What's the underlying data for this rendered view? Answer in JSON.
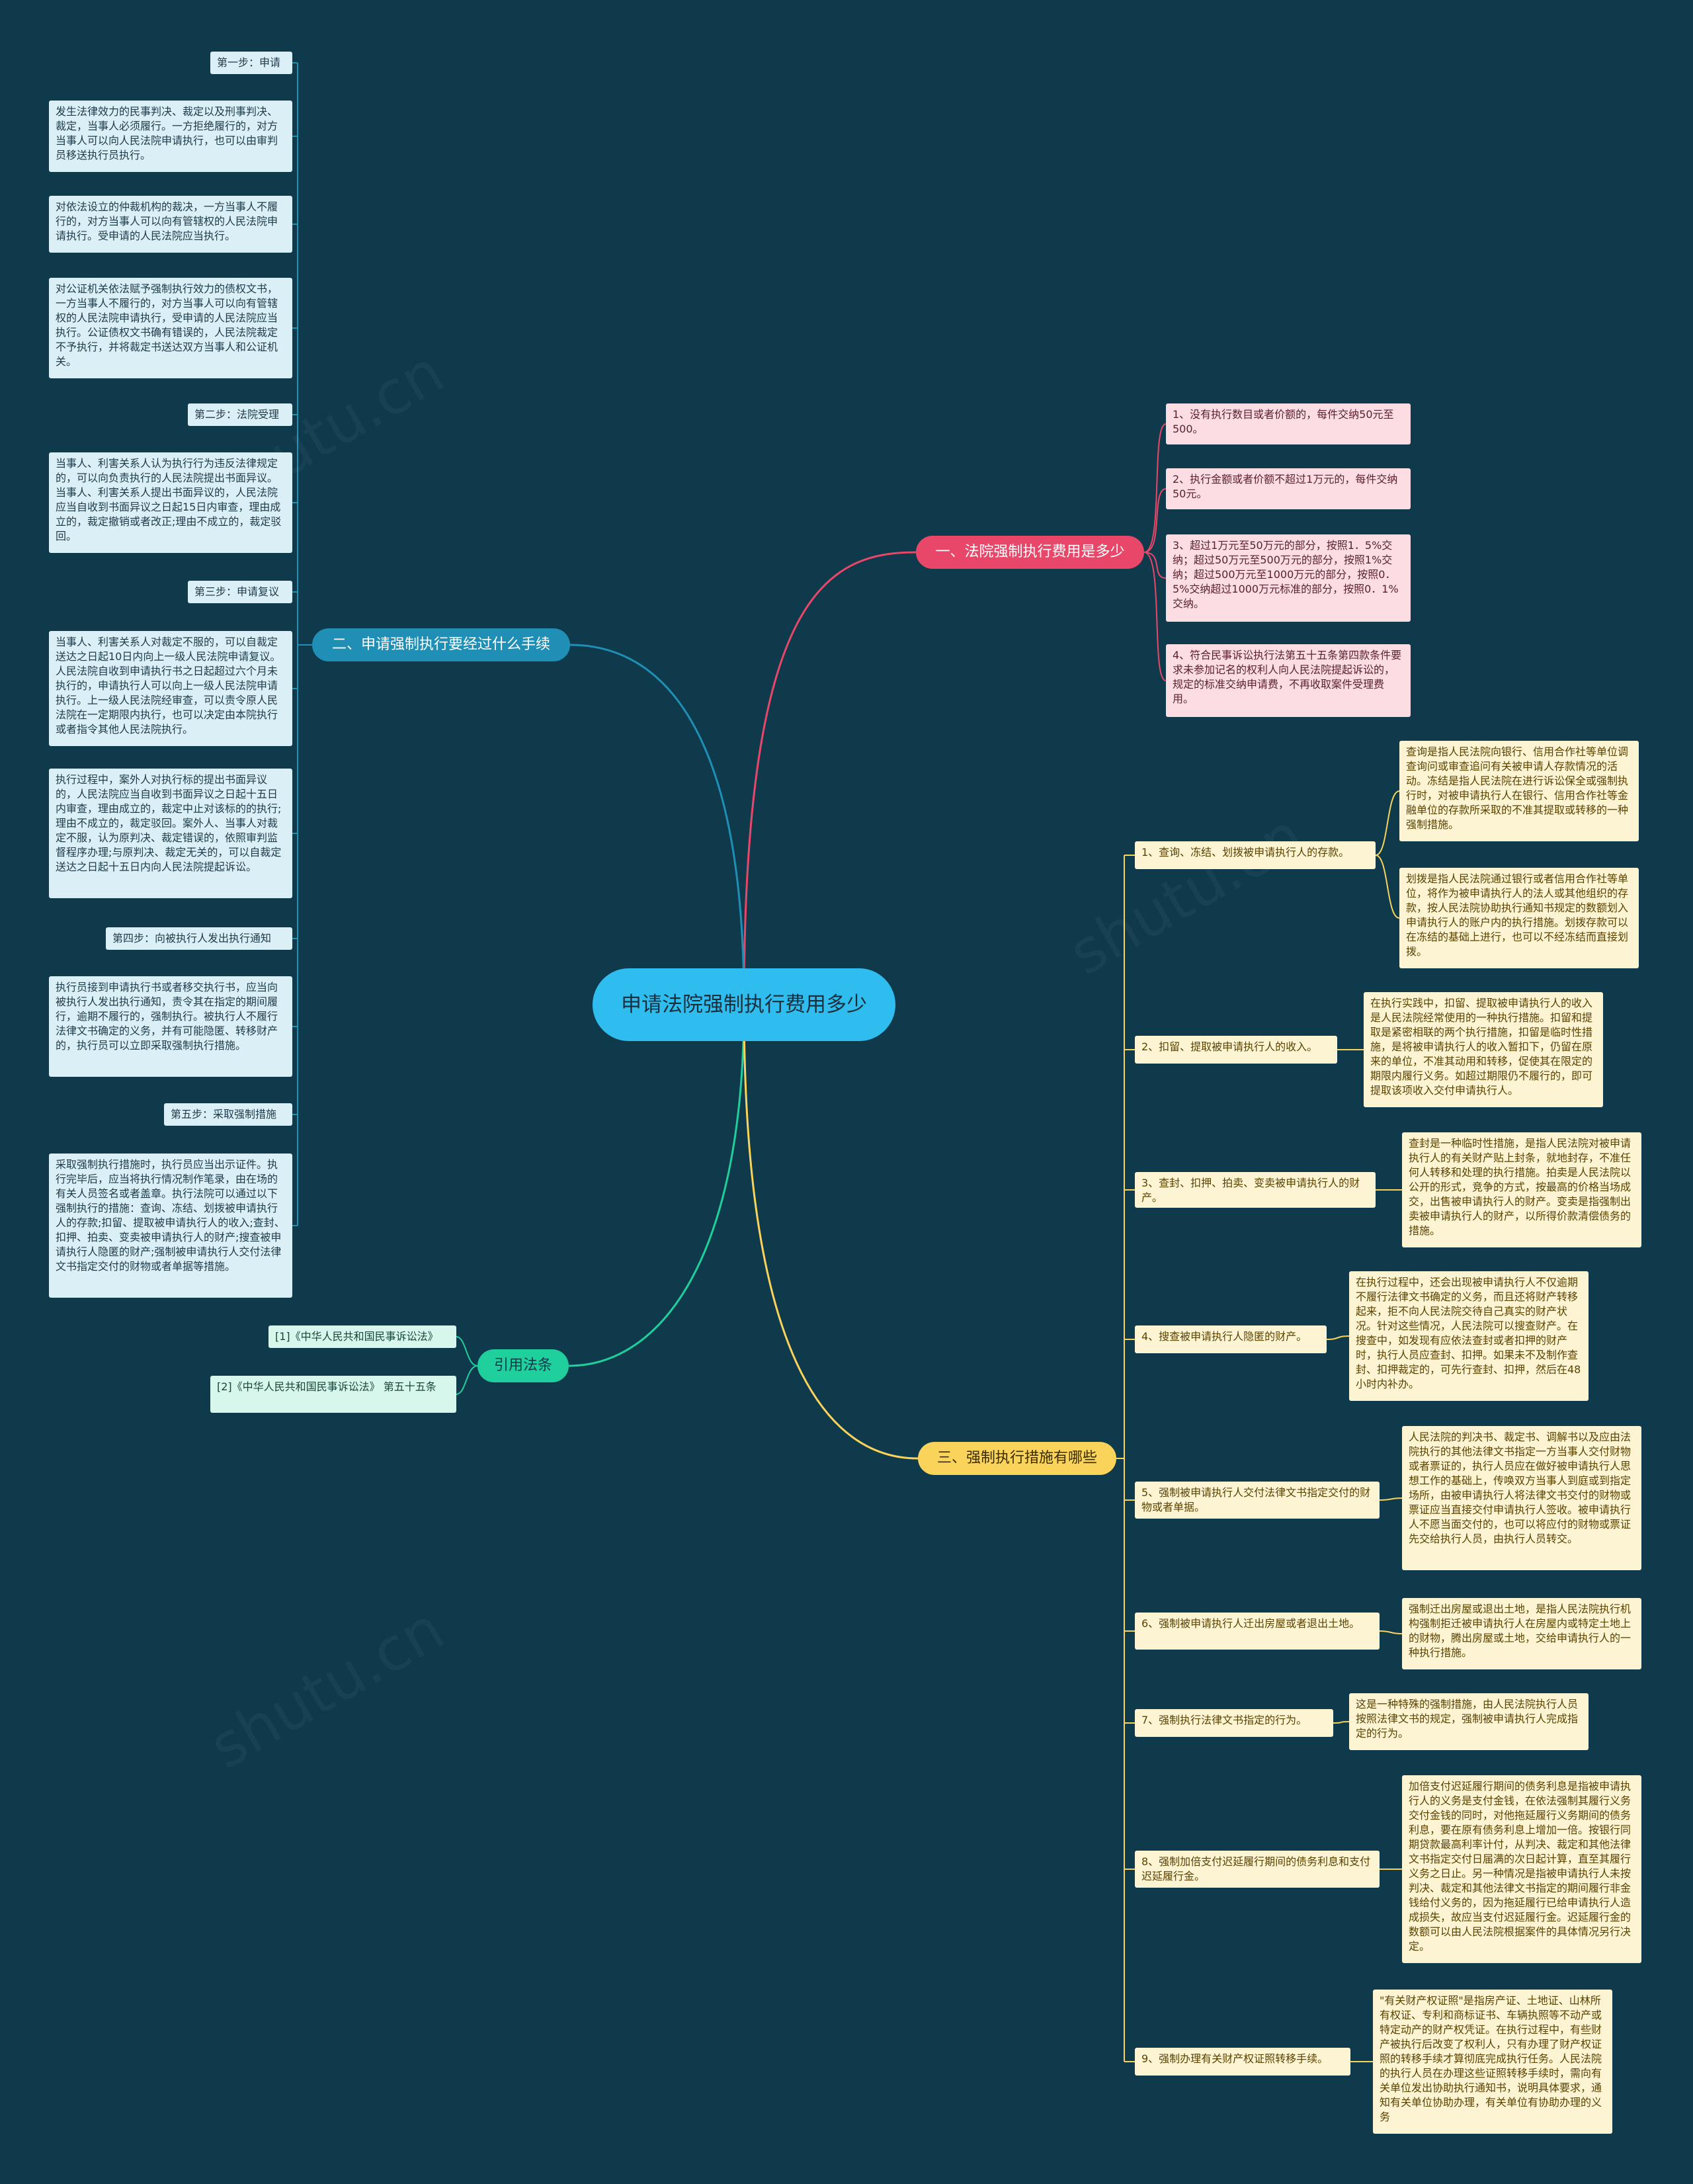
{
  "center": {
    "title": "申请法院强制执行费用多少"
  },
  "branches": {
    "fees": {
      "label": "一、法院强制执行费用是多少",
      "color": "#e8476a"
    },
    "procedure": {
      "label": "二、申请强制执行要经过什么手续",
      "color": "#1f8fb5"
    },
    "laws": {
      "label": "引用法条",
      "color": "#1fcf9c"
    },
    "measures": {
      "label": "三、强制执行措施有哪些",
      "color": "#f9d35a"
    }
  },
  "fees_items": [
    "1、没有执行数目或者价额的，每件交纳50元至500。",
    "2、执行金额或者价额不超过1万元的，每件交纳50元。",
    "3、超过1万元至50万元的部分，按照1．5%交纳；超过50万元至500万元的部分，按照1%交纳；超过500万元至1000万元的部分，按照0．5%交纳超过1000万元标准的部分，按照0．1%交纳。",
    "4、符合民事诉讼执行法第五十五条第四款条件要求未参加记名的权利人向人民法院提起诉讼的，规定的标准交纳申请费，不再收取案件受理费用。"
  ],
  "procedure_items": [
    "第一步：申请",
    "发生法律效力的民事判决、裁定以及刑事判决、裁定，当事人必须履行。一方拒绝履行的，对方当事人可以向人民法院申请执行，也可以由审判员移送执行员执行。",
    "对依法设立的仲裁机构的裁决，一方当事人不履行的，对方当事人可以向有管辖权的人民法院申请执行。受申请的人民法院应当执行。",
    "对公证机关依法赋予强制执行效力的债权文书，一方当事人不履行的，对方当事人可以向有管辖权的人民法院申请执行，受申请的人民法院应当执行。公证债权文书确有错误的，人民法院裁定不予执行，并将裁定书送达双方当事人和公证机关。",
    "第二步：法院受理",
    "当事人、利害关系人认为执行行为违反法律规定的，可以向负责执行的人民法院提出书面异议。当事人、利害关系人提出书面异议的，人民法院应当自收到书面异议之日起15日内审查，理由成立的，裁定撤销或者改正;理由不成立的，裁定驳回。",
    "第三步：申请复议",
    "当事人、利害关系人对裁定不服的，可以自裁定送达之日起10日内向上一级人民法院申请复议。人民法院自收到申请执行书之日起超过六个月未执行的，申请执行人可以向上一级人民法院申请执行。上一级人民法院经审查，可以责令原人民法院在一定期限内执行，也可以决定由本院执行或者指令其他人民法院执行。",
    "执行过程中，案外人对执行标的提出书面异议的，人民法院应当自收到书面异议之日起十五日内审查，理由成立的，裁定中止对该标的的执行;理由不成立的，裁定驳回。案外人、当事人对裁定不服，认为原判决、裁定错误的，依照审判监督程序办理;与原判决、裁定无关的，可以自裁定送达之日起十五日内向人民法院提起诉讼。",
    "第四步：向被执行人发出执行通知",
    "执行员接到申请执行书或者移交执行书，应当向被执行人发出执行通知，责令其在指定的期间履行，逾期不履行的，强制执行。被执行人不履行法律文书确定的义务，并有可能隐匿、转移财产的，执行员可以立即采取强制执行措施。",
    "第五步：采取强制措施",
    "采取强制执行措施时，执行员应当出示证件。执行完毕后，应当将执行情况制作笔录，由在场的有关人员签名或者盖章。执行法院可以通过以下强制执行的措施：查询、冻结、划拨被申请执行人的存款;扣留、提取被申请执行人的收入;查封、扣押、拍卖、变卖被申请执行人的财产;搜查被申请执行人隐匿的财产;强制被申请执行人交付法律文书指定交付的财物或者单据等措施。"
  ],
  "law_items": [
    "[1]《中华人民共和国民事诉讼法》",
    "[2]《中华人民共和国民事诉讼法》 第五十五条"
  ],
  "measure_items": [
    {
      "label": "1、查询、冻结、划拨被申请执行人的存款。",
      "details": [
        "查询是指人民法院向银行、信用合作社等单位调查询问或审查追问有关被申请人存款情况的活动。冻结是指人民法院在进行诉讼保全或强制执行时，对被申请执行人在银行、信用合作社等金融单位的存款所采取的不准其提取或转移的一种强制措施。",
        "划拨是指人民法院通过银行或者信用合作社等单位，将作为被申请执行人的法人或其他组织的存款，按人民法院协助执行通知书规定的数额划入申请执行人的账户内的执行措施。划拨存款可以在冻结的基础上进行，也可以不经冻结而直接划拨。"
      ]
    },
    {
      "label": "2、扣留、提取被申请执行人的收入。",
      "details": [
        "在执行实践中，扣留、提取被申请执行人的收入是人民法院经常使用的一种执行措施。扣留和提取是紧密相联的两个执行措施，扣留是临时性措施，是将被申请执行人的收入暂扣下，仍留在原来的单位，不准其动用和转移，促使其在限定的期限内履行义务。如超过期限仍不履行的，即可提取该项收入交付申请执行人。"
      ]
    },
    {
      "label": "3、查封、扣押、拍卖、变卖被申请执行人的财产。",
      "details": [
        "查封是一种临时性措施，是指人民法院对被申请执行人的有关财产贴上封条，就地封存，不准任何人转移和处理的执行措施。拍卖是人民法院以公开的形式，竞争的方式，按最高的价格当场成交，出售被申请执行人的财产。变卖是指强制出卖被申请执行人的财产，以所得价款清偿债务的措施。"
      ]
    },
    {
      "label": "4、搜查被申请执行人隐匿的财产。",
      "details": [
        "在执行过程中，还会出现被申请执行人不仅逾期不履行法律文书确定的义务，而且还将财产转移起来，拒不向人民法院交待自己真实的财产状况。针对这些情况，人民法院可以搜查财产。在搜查中，如发现有应依法查封或者扣押的财产时，执行人员应查封、扣押。如果未不及制作查封、扣押裁定的，可先行查封、扣押，然后在48小时内补办。"
      ]
    },
    {
      "label": "5、强制被申请执行人交付法律文书指定交付的财物或者单据。",
      "details": [
        "人民法院的判决书、裁定书、调解书以及应由法院执行的其他法律文书指定一方当事人交付财物或者票证的，执行人员应在做好被申请执行人思想工作的基础上，传唤双方当事人到庭或到指定场所，由被申请执行人将法律文书交付的财物或票证应当直接交付申请执行人签收。被申请执行人不愿当面交付的，也可以将应付的财物或票证先交给执行人员，由执行人员转交。"
      ]
    },
    {
      "label": "6、强制被申请执行人迁出房屋或者退出土地。",
      "details": [
        "强制迁出房屋或退出土地，是指人民法院执行机构强制拒迁被申请执行人在房屋内或特定土地上的财物，腾出房屋或土地，交给申请执行人的一种执行措施。"
      ]
    },
    {
      "label": "7、强制执行法律文书指定的行为。",
      "details": [
        "这是一种特殊的强制措施，由人民法院执行人员按照法律文书的规定，强制被申请执行人完成指定的行为。"
      ]
    },
    {
      "label": "8、强制加倍支付迟延履行期间的债务利息和支付迟延履行金。",
      "details": [
        "加倍支付迟延履行期间的债务利息是指被申请执行人的义务是支付金钱，在依法强制其履行义务交付金钱的同时，对他拖延履行义务期间的债务利息，要在原有债务利息上增加一倍。按银行同期贷款最高利率计付，从判决、裁定和其他法律文书指定交付日届满的次日起计算，直至其履行义务之日止。另一种情况是指被申请执行人未按判决、裁定和其他法律文书指定的期间履行非金钱给付义务的，因为拖延履行已给申请执行人造成损失，故应当支付迟延履行金。迟延履行金的数额可以由人民法院根据案件的具体情况另行决定。"
      ]
    },
    {
      "label": "9、强制办理有关财产权证照转移手续。",
      "details": [
        "\"有关财产权证照\"是指房产证、土地证、山林所有权证、专利和商标证书、车辆执照等不动产或特定动产的财产权凭证。在执行过程中，有些财产被执行后改变了权利人，只有办理了财产权证照的转移手续才算彻底完成执行任务。人民法院的执行人员在办理这些证照转移手续时，需向有关单位发出协助执行通知书，说明具体要求，通知有关单位协助办理，有关单位有协助办理的义务"
      ]
    }
  ]
}
